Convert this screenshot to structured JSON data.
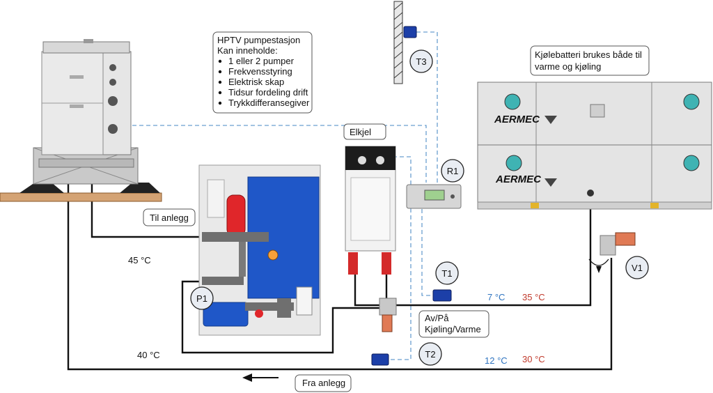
{
  "callouts": {
    "station": {
      "title": "HPTV pumpestasjon",
      "subtitle": "Kan inneholde:",
      "items": [
        "1 eller 2 pumper",
        "Frekvensstyring",
        "Elektrisk skap",
        "Tidsur fordeling drift",
        "Trykkdifferansegiver"
      ]
    },
    "battery": {
      "line1": "Kjølebatteri brukes både til",
      "line2": "varme og kjøling"
    },
    "elkjel": "Elkjel",
    "til_anlegg": "Til anlegg",
    "fra_anlegg": "Fra anlegg",
    "avpa": {
      "line1": "Av/På",
      "line2": "Kjøling/Varme"
    }
  },
  "sensors": [
    "T3",
    "R1",
    "T1",
    "T2",
    "P1",
    "V1"
  ],
  "temperatures": {
    "supply_hot": "45 °C",
    "return_hot": "40 °C",
    "cold_supply": "7 °C",
    "hot_supply": "35 °C",
    "cold_return": "12 °C",
    "hot_return": "30 °C"
  },
  "brand": "AERMEC",
  "colors": {
    "tank": "#1f57c8",
    "expansion": "#e0262a",
    "cold_temp": "#2f74c0",
    "hot_temp": "#c0392b",
    "signal": "#6a9fd0"
  }
}
